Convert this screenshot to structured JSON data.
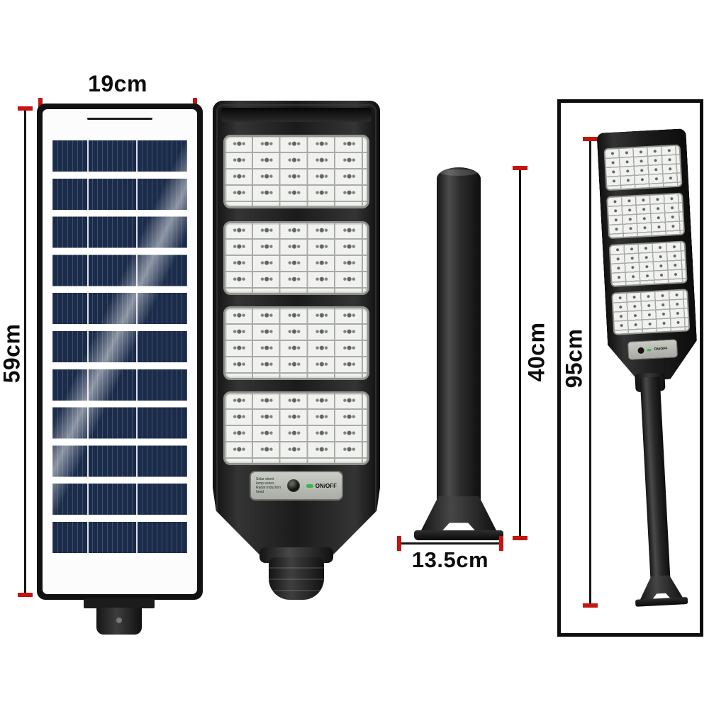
{
  "meta": {
    "description": "Solar street light product dimension diagram"
  },
  "colors": {
    "dimension_red": "#c41511",
    "line_black": "#151515",
    "solar_cell_blue": "#1b2c4b",
    "housing_black": "#161616",
    "indicator_green": "#39b54a"
  },
  "dimensions": {
    "panel_width": "19cm",
    "panel_height": "59cm",
    "pole_height": "40cm",
    "base_width": "13.5cm",
    "overall_height": "95cm"
  },
  "sensor_panel": {
    "info_line1": "Solar street",
    "info_line2": "lamp series",
    "info_line3": "Radar induction head",
    "power_label": "ON/OFF"
  }
}
